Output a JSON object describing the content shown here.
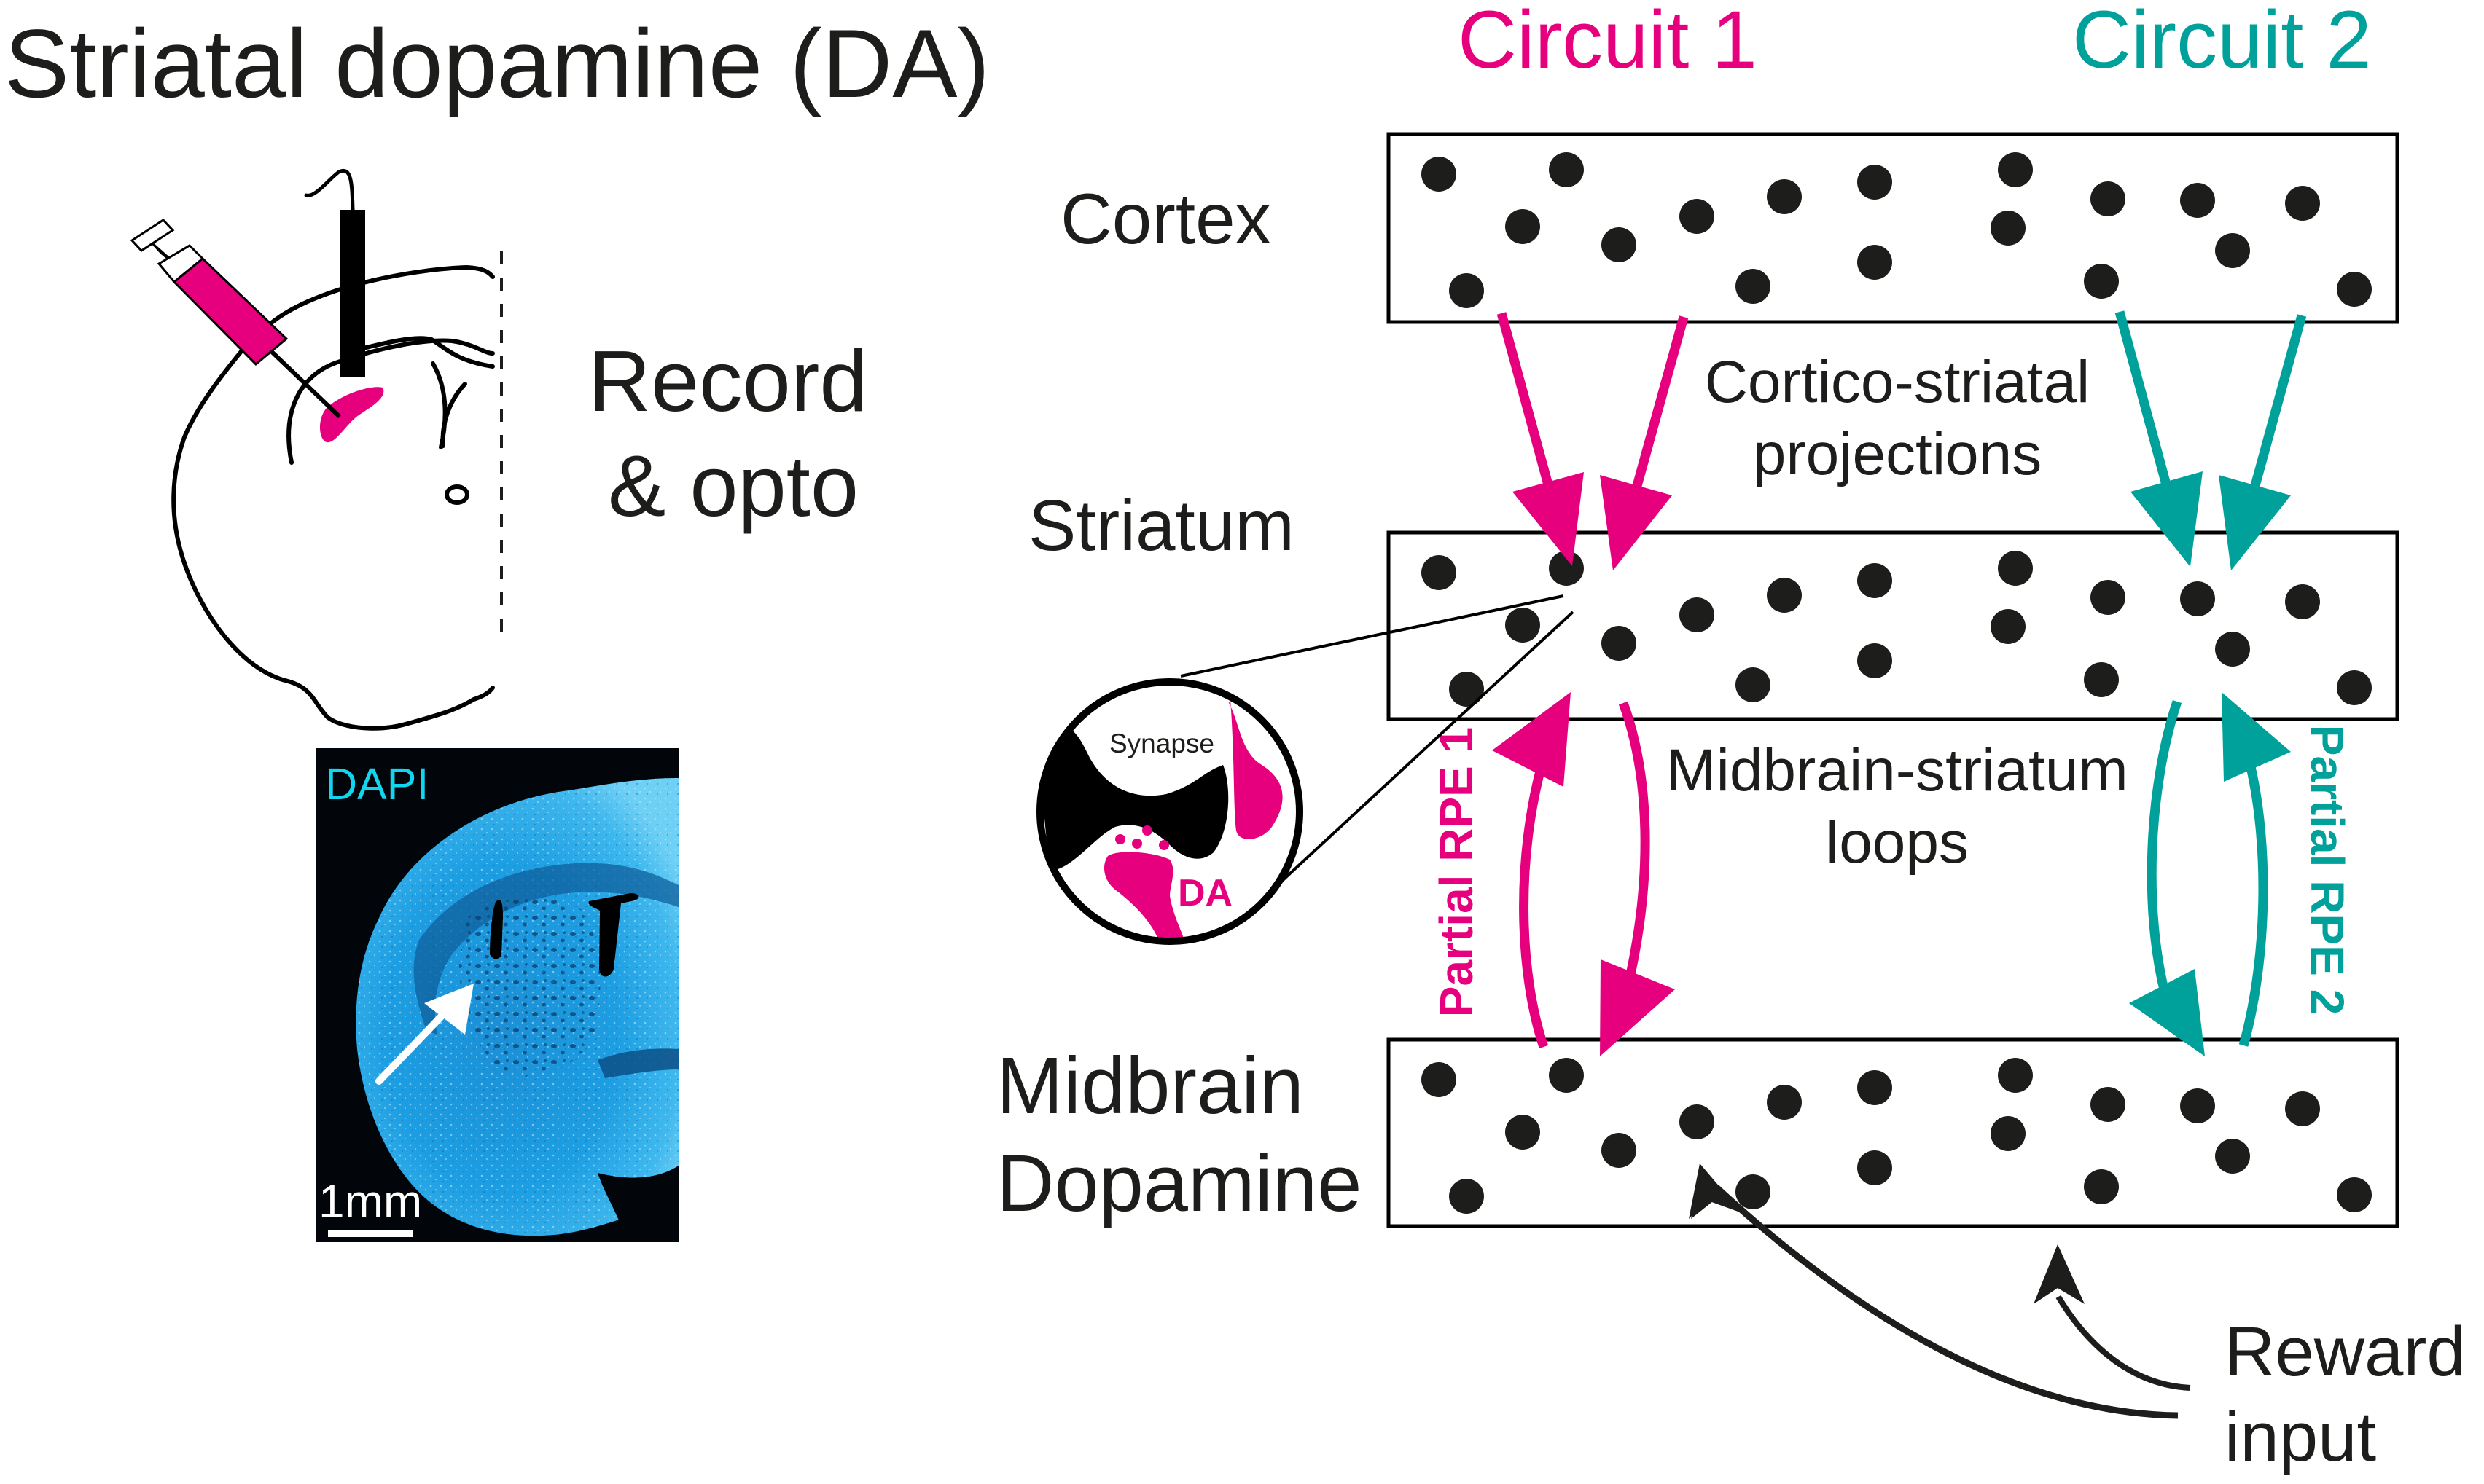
{
  "title": "Striatal dopamine (DA)",
  "method": {
    "line1": "Record",
    "line2": "& opto"
  },
  "histology": {
    "stain_label": "DAPI",
    "scale_bar_label": "1mm"
  },
  "circuits": [
    {
      "label": "Circuit 1",
      "rpe_label": "Partial RPE 1",
      "color": "#e6007e"
    },
    {
      "label": "Circuit 2",
      "rpe_label": "Partial RPE 2",
      "color": "#00a19a"
    }
  ],
  "regions": [
    {
      "id": "cortex",
      "label_lines": [
        "Cortex"
      ]
    },
    {
      "id": "striatum",
      "label_lines": [
        "Striatum"
      ]
    },
    {
      "id": "midbrain",
      "label_lines": [
        "Midbrain",
        "Dopamine"
      ]
    }
  ],
  "pathways": {
    "cortico_striatal": [
      "Cortico-striatal",
      "projections"
    ],
    "midbrain_striatum": [
      "Midbrain-striatum",
      "loops"
    ]
  },
  "synapse_inset": {
    "title": "Synapse",
    "terminal_label": "DA"
  },
  "reward_input": [
    "Reward",
    "input"
  ],
  "colors": {
    "text": "#1d1d1b",
    "circuit1": "#e6007e",
    "circuit2": "#00a19a",
    "dapi_label": "#12d6ef",
    "dapi_tissue": "#1e9fe0",
    "background": "#ffffff"
  }
}
